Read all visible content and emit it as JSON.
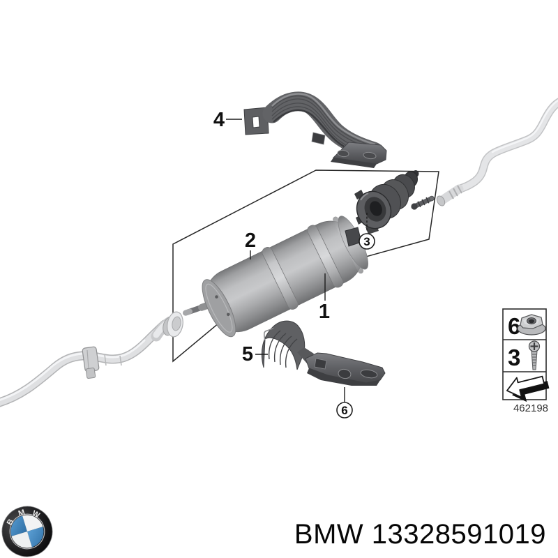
{
  "colors": {
    "bmw_blue": "#3f85bf",
    "line": "#2a2a2a",
    "part_gray": "#9a9b9d",
    "background": "#ffffff"
  },
  "diagram": {
    "callouts": {
      "part1": "1",
      "part2": "2",
      "part3": "3",
      "part4": "4",
      "part5": "5",
      "part6": "6"
    },
    "legend": {
      "nut_item_label": "6",
      "screw_item_label": "3",
      "diagram_number": "462198"
    }
  },
  "footer": {
    "caption": "BMW 13328591019",
    "logo_letters": [
      "B",
      "M",
      "W"
    ]
  }
}
